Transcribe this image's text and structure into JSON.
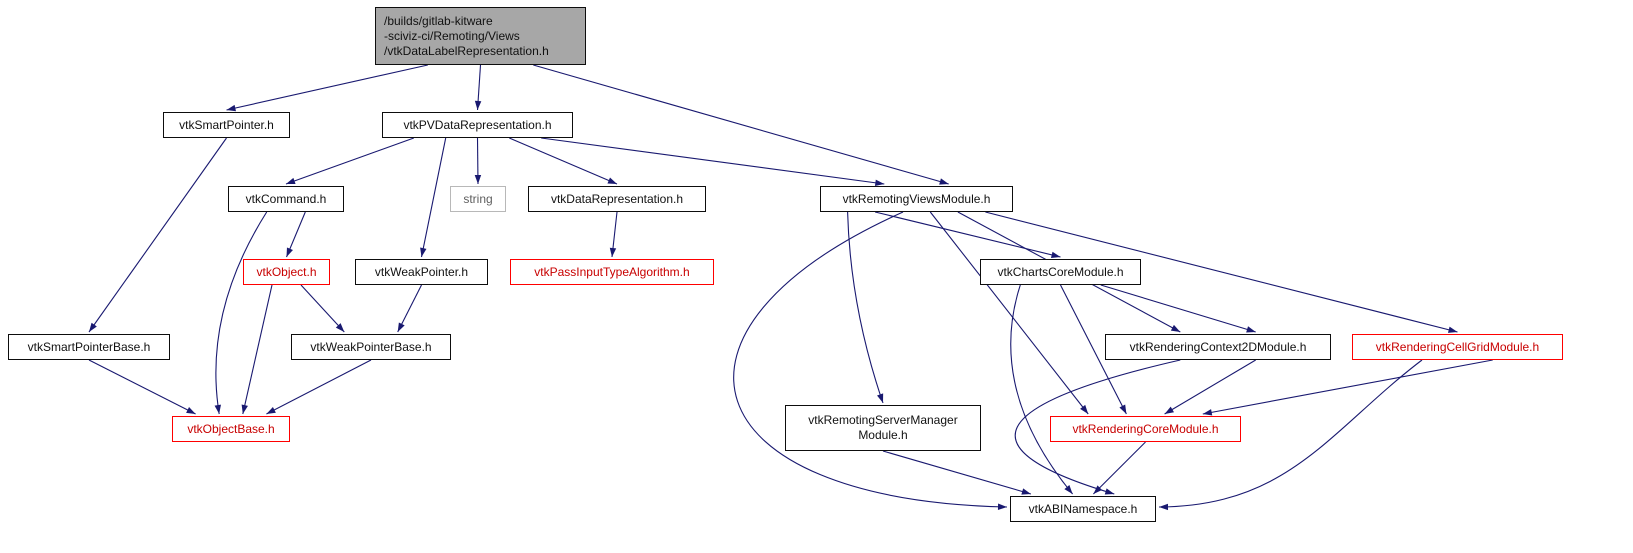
{
  "graph": {
    "kind": "include-dependency-graph",
    "colors": {
      "edge": "#191970",
      "current_node_fill": "#a7a7a7",
      "truncated_border": "#ff0000",
      "system_border": "#b8b8b8"
    },
    "nodes": {
      "root": {
        "label": "/builds/gitlab-kitware\n-sciviz-ci/Remoting/Views\n/vtkDataLabelRepresentation.h",
        "type": "current"
      },
      "smartpointer": {
        "label": "vtkSmartPointer.h",
        "type": "link"
      },
      "pvdatarep": {
        "label": "vtkPVDataRepresentation.h",
        "type": "link"
      },
      "command": {
        "label": "vtkCommand.h",
        "type": "link"
      },
      "string": {
        "label": "string",
        "type": "system"
      },
      "datarep": {
        "label": "vtkDataRepresentation.h",
        "type": "link"
      },
      "remotingviews": {
        "label": "vtkRemotingViewsModule.h",
        "type": "link"
      },
      "object": {
        "label": "vtkObject.h",
        "type": "truncated"
      },
      "weakpointer": {
        "label": "vtkWeakPointer.h",
        "type": "link"
      },
      "passinput": {
        "label": "vtkPassInputTypeAlgorithm.h",
        "type": "truncated"
      },
      "chartscore": {
        "label": "vtkChartsCoreModule.h",
        "type": "link"
      },
      "smartpointerbase": {
        "label": "vtkSmartPointerBase.h",
        "type": "link"
      },
      "weakpointerbase": {
        "label": "vtkWeakPointerBase.h",
        "type": "link"
      },
      "context2d": {
        "label": "vtkRenderingContext2DModule.h",
        "type": "link"
      },
      "cellgrid": {
        "label": "vtkRenderingCellGridModule.h",
        "type": "truncated"
      },
      "objectbase": {
        "label": "vtkObjectBase.h",
        "type": "truncated"
      },
      "servermanager": {
        "label": "vtkRemotingServerManager\nModule.h",
        "type": "link"
      },
      "renderingcore": {
        "label": "vtkRenderingCoreModule.h",
        "type": "truncated"
      },
      "abinamespace": {
        "label": "vtkABINamespace.h",
        "type": "link"
      }
    },
    "edges": [
      {
        "from": "root",
        "to": "smartpointer"
      },
      {
        "from": "root",
        "to": "pvdatarep"
      },
      {
        "from": "root",
        "to": "remotingviews"
      },
      {
        "from": "smartpointer",
        "to": "smartpointerbase"
      },
      {
        "from": "pvdatarep",
        "to": "command"
      },
      {
        "from": "pvdatarep",
        "to": "string"
      },
      {
        "from": "pvdatarep",
        "to": "datarep"
      },
      {
        "from": "pvdatarep",
        "to": "weakpointer"
      },
      {
        "from": "pvdatarep",
        "to": "remotingviews"
      },
      {
        "from": "command",
        "to": "object"
      },
      {
        "from": "command",
        "to": "objectbase"
      },
      {
        "from": "object",
        "to": "objectbase"
      },
      {
        "from": "object",
        "to": "weakpointerbase"
      },
      {
        "from": "weakpointer",
        "to": "weakpointerbase"
      },
      {
        "from": "datarep",
        "to": "passinput"
      },
      {
        "from": "smartpointerbase",
        "to": "objectbase"
      },
      {
        "from": "weakpointerbase",
        "to": "objectbase"
      },
      {
        "from": "remotingviews",
        "to": "chartscore"
      },
      {
        "from": "remotingviews",
        "to": "servermanager"
      },
      {
        "from": "remotingviews",
        "to": "context2d"
      },
      {
        "from": "remotingviews",
        "to": "cellgrid"
      },
      {
        "from": "remotingviews",
        "to": "renderingcore"
      },
      {
        "from": "remotingviews",
        "to": "abinamespace"
      },
      {
        "from": "chartscore",
        "to": "context2d"
      },
      {
        "from": "chartscore",
        "to": "renderingcore"
      },
      {
        "from": "chartscore",
        "to": "abinamespace"
      },
      {
        "from": "context2d",
        "to": "renderingcore"
      },
      {
        "from": "context2d",
        "to": "abinamespace"
      },
      {
        "from": "cellgrid",
        "to": "renderingcore"
      },
      {
        "from": "cellgrid",
        "to": "abinamespace"
      },
      {
        "from": "renderingcore",
        "to": "abinamespace"
      },
      {
        "from": "servermanager",
        "to": "abinamespace"
      }
    ]
  }
}
